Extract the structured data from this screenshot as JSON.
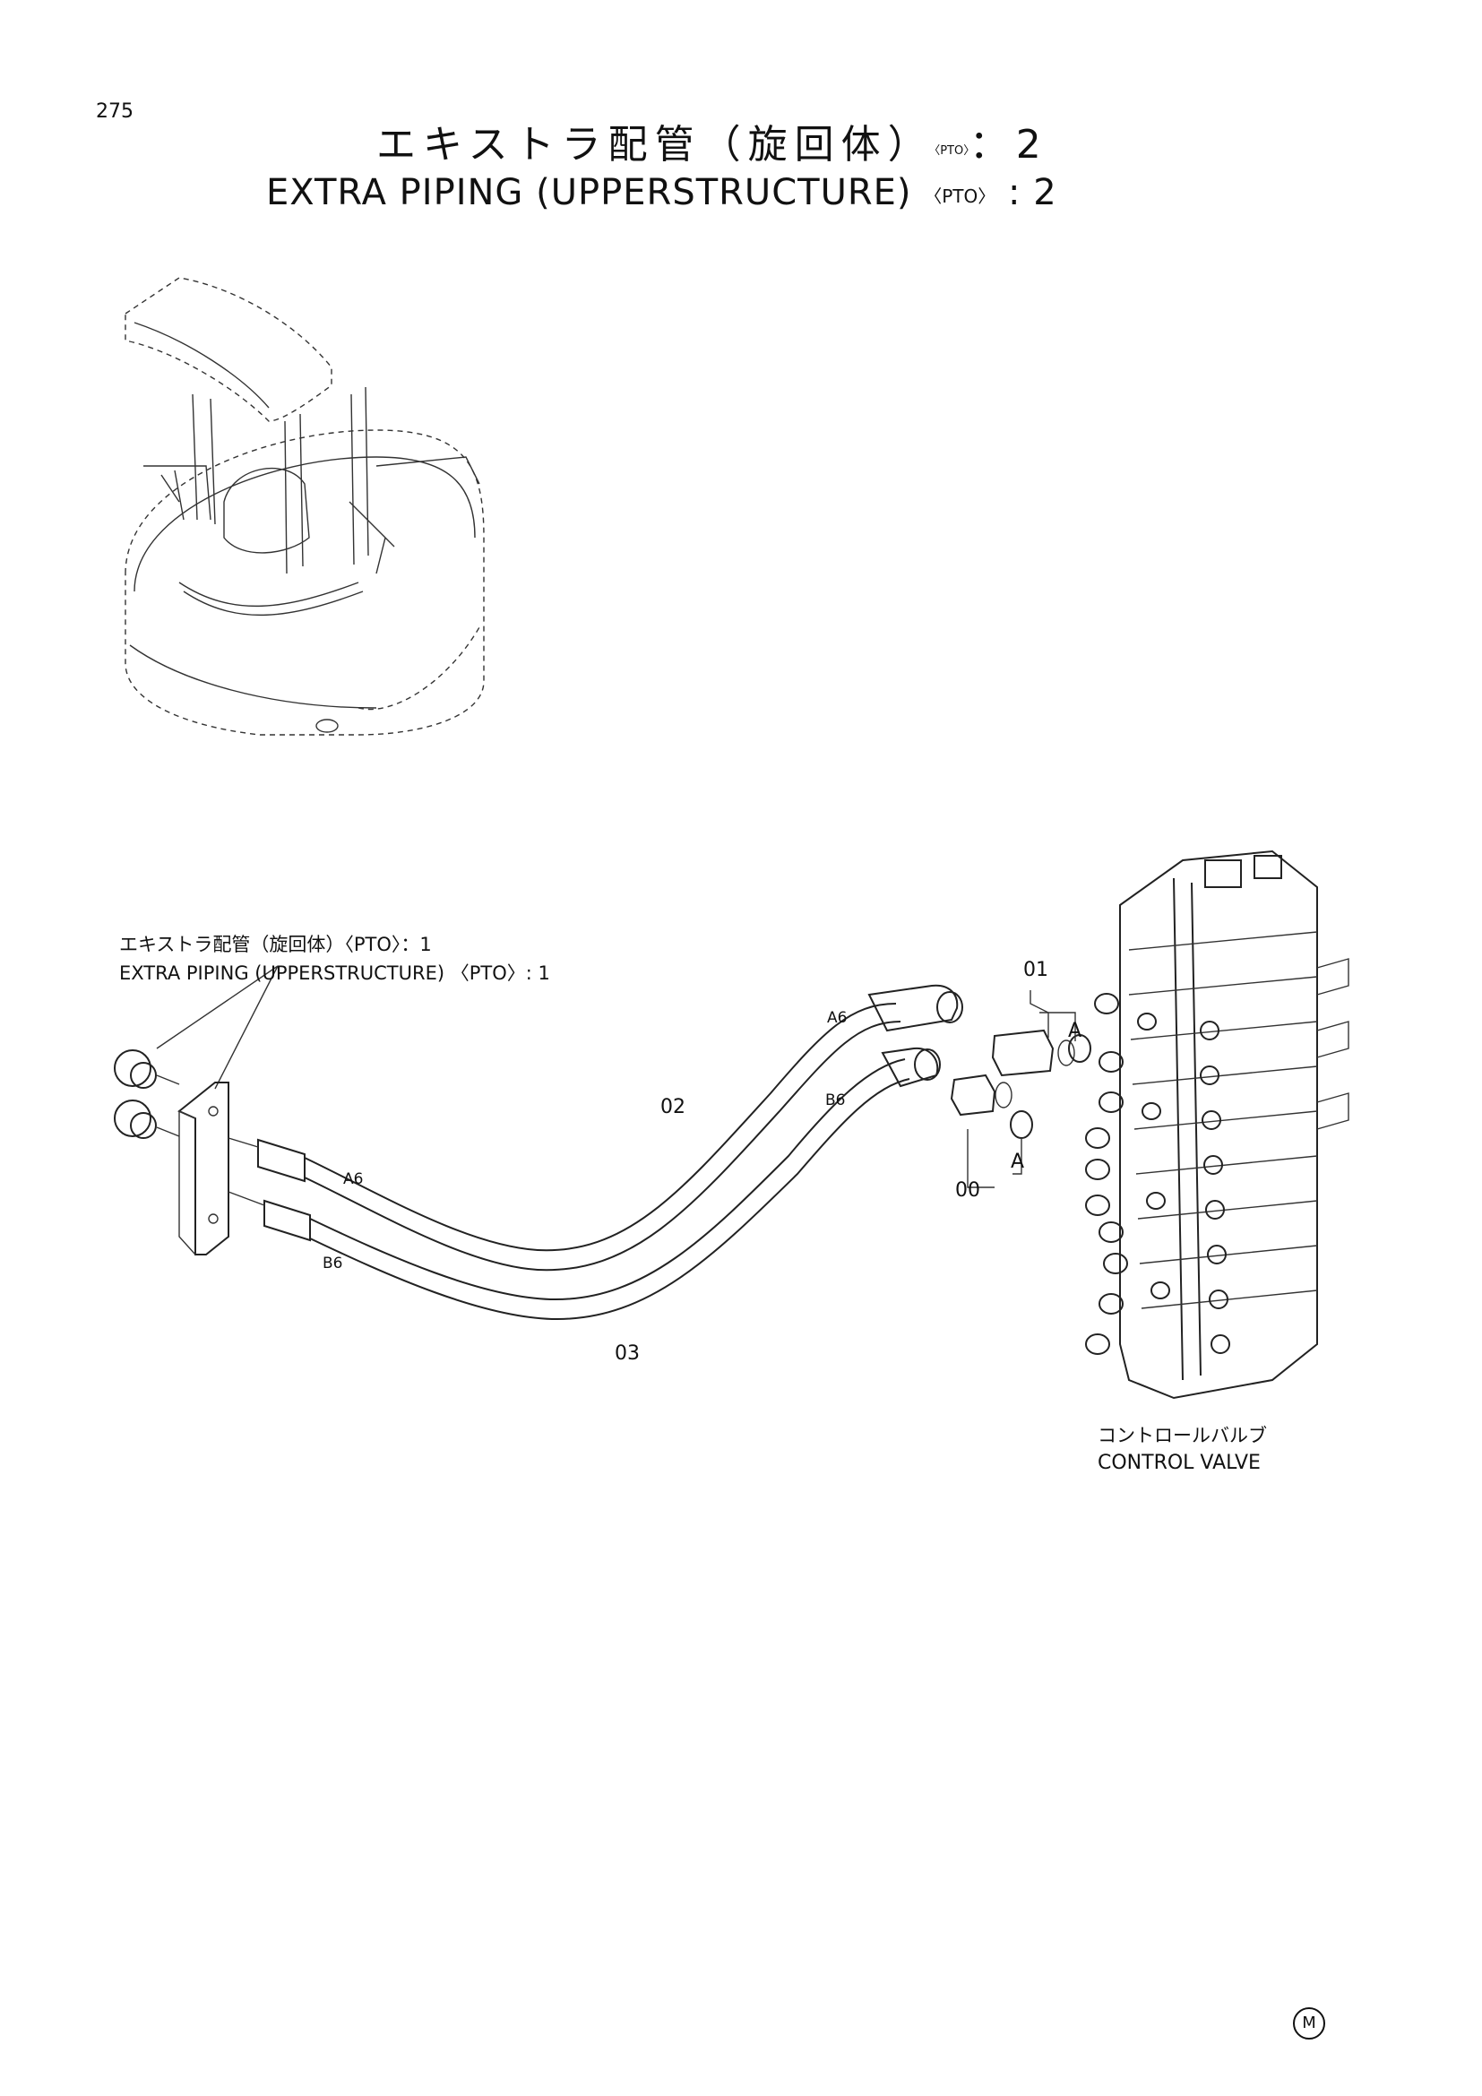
{
  "page": {
    "number": "275",
    "title_jp": "エキストラ配管（旋回体）",
    "title_jp_suffix": "：2",
    "title_en": "EXTRA PIPING (UPPERSTRUCTURE) ",
    "title_en_suffix": " : 2",
    "pto_tag": "〈PTO〉"
  },
  "labels": {
    "ref_jp": "エキストラ配管（旋回体）〈PTO〉：1",
    "ref_en": "EXTRA PIPING (UPPERSTRUCTURE) 〈PTO〉: 1",
    "control_valve_jp": "コントロールバルブ",
    "control_valve_en": "CONTROL VALVE",
    "part_00": "00",
    "part_01": "01",
    "part_02": "02",
    "part_03": "03",
    "port_a6": "A6",
    "port_b6": "B6",
    "detail_a": "A",
    "mark": "M"
  }
}
